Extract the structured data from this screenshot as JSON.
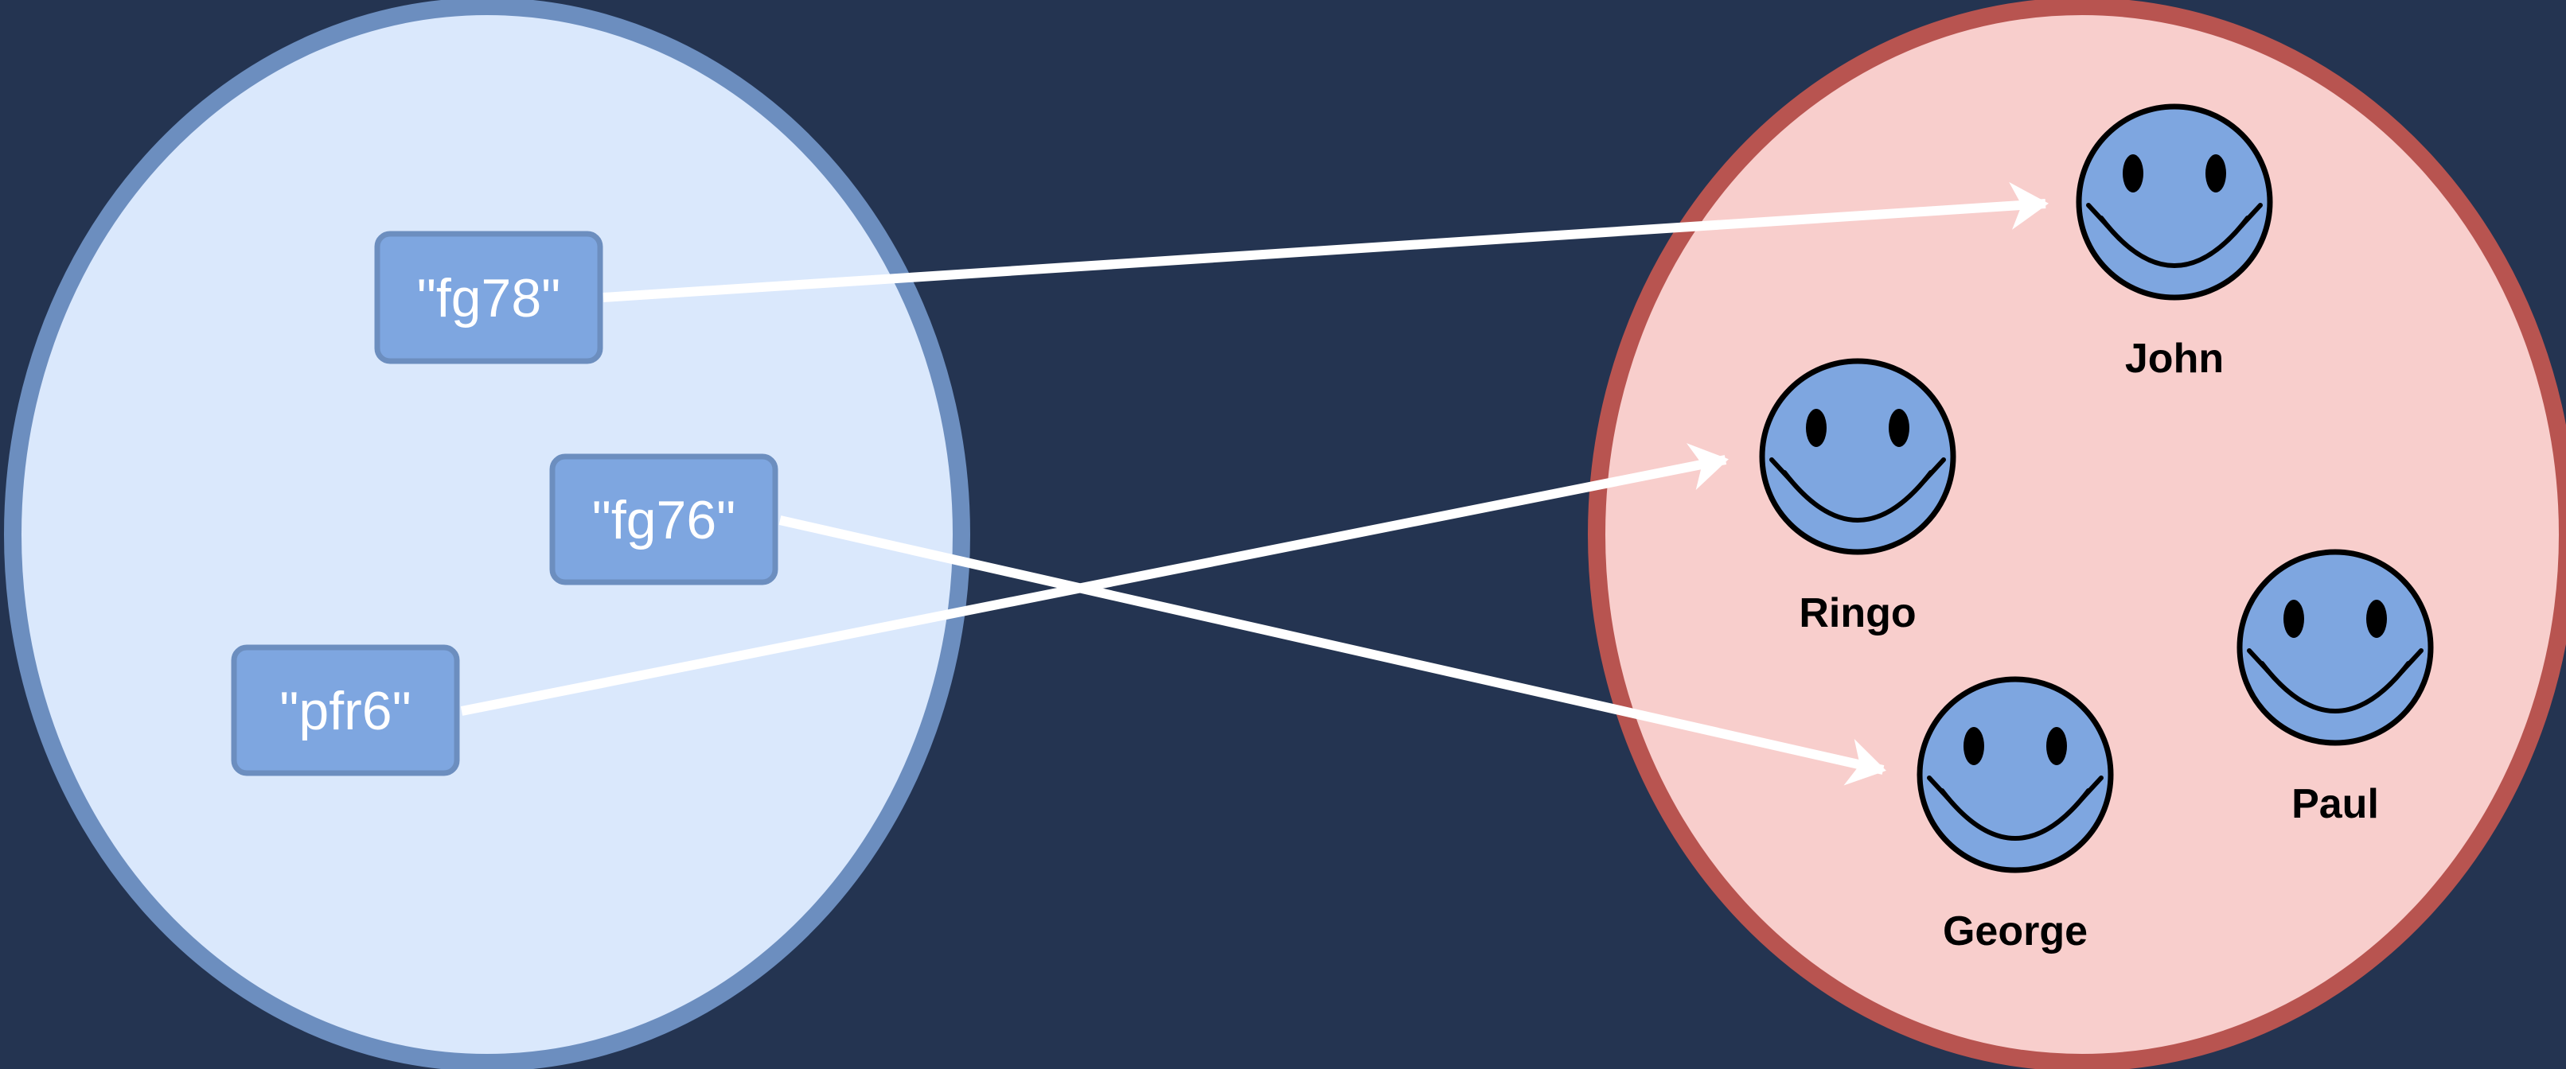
{
  "colors": {
    "background": "#243451",
    "key_set_fill": "#dae8fc",
    "key_set_stroke": "#6c8ebf",
    "value_set_fill": "#f8cecc",
    "value_set_stroke": "#b85450",
    "key_box_fill": "#7ea6e0",
    "key_box_stroke": "#6c8ebf",
    "face_fill": "#7ea6e0",
    "face_stroke": "#000000",
    "arrow": "#ffffff"
  },
  "keys": [
    {
      "id": "k1",
      "label": "\"fg78\""
    },
    {
      "id": "k2",
      "label": "\"fg76\""
    },
    {
      "id": "k3",
      "label": "\"pfr6\""
    }
  ],
  "people": [
    {
      "id": "john",
      "name": "John",
      "icon": "smiley-face-icon"
    },
    {
      "id": "ringo",
      "name": "Ringo",
      "icon": "smiley-face-icon"
    },
    {
      "id": "george",
      "name": "George",
      "icon": "smiley-face-icon"
    },
    {
      "id": "paul",
      "name": "Paul",
      "icon": "smiley-face-icon"
    }
  ],
  "mappings": [
    {
      "from": "k1",
      "to": "john"
    },
    {
      "from": "k2",
      "to": "george"
    },
    {
      "from": "k3",
      "to": "ringo"
    }
  ]
}
